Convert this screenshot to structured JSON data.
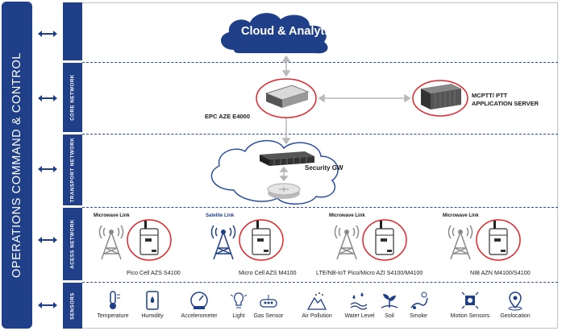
{
  "sidebar": {
    "title": "OPERATIONS COMMAND & CONTROL"
  },
  "layers": {
    "core": "CORE NETWORK",
    "transport": "TRANSPORT NETWORK",
    "access": "ACESS NETWORK",
    "sensors": "SENSORS"
  },
  "cloud": {
    "label": "Cloud & Analytics"
  },
  "core": {
    "epc_label": "EPC AZE E4000",
    "mcptt_label_line1": "MCPTT/ PTT",
    "mcptt_label_line2": "APPLICATION SERVER"
  },
  "transport": {
    "gateway_label": "Security GW"
  },
  "access": {
    "towers": [
      {
        "link": "Microwave Link",
        "label": "Pico Cell AZS S4100",
        "color": "#8a8a8a"
      },
      {
        "link": "Satelite Link",
        "label": "Micro Cell AZS M4100",
        "color": "#1f3f88"
      },
      {
        "link": "Microwave Link",
        "label": "LTE/NB-IoT Pico/Micro AZI S4100/M4100",
        "color": "#8a8a8a"
      },
      {
        "link": "Microwave Link",
        "label": "NIB AZN M4100/S4100",
        "color": "#8a8a8a"
      }
    ]
  },
  "sensors": [
    {
      "label": "Temperature",
      "icon": "thermometer-icon"
    },
    {
      "label": "Humidity",
      "icon": "humidity-icon"
    },
    {
      "label": "Accelerometer",
      "icon": "gauge-icon"
    },
    {
      "label": "Light",
      "icon": "lightbulb-icon"
    },
    {
      "label": "Gas Sensor",
      "icon": "gas-sensor-icon"
    },
    {
      "label": "Air Pollution",
      "icon": "air-pollution-icon"
    },
    {
      "label": "Water Level",
      "icon": "water-level-icon"
    },
    {
      "label": "Soil",
      "icon": "soil-icon"
    },
    {
      "label": "Smoke",
      "icon": "smoke-icon"
    },
    {
      "label": "Motion Sensors",
      "icon": "motion-sensor-icon"
    },
    {
      "label": "Geolocation",
      "icon": "location-pin-icon"
    }
  ],
  "colors": {
    "navy": "#1f3f88",
    "red_ring": "#e0242b",
    "line_gray": "#b8b8b8"
  }
}
